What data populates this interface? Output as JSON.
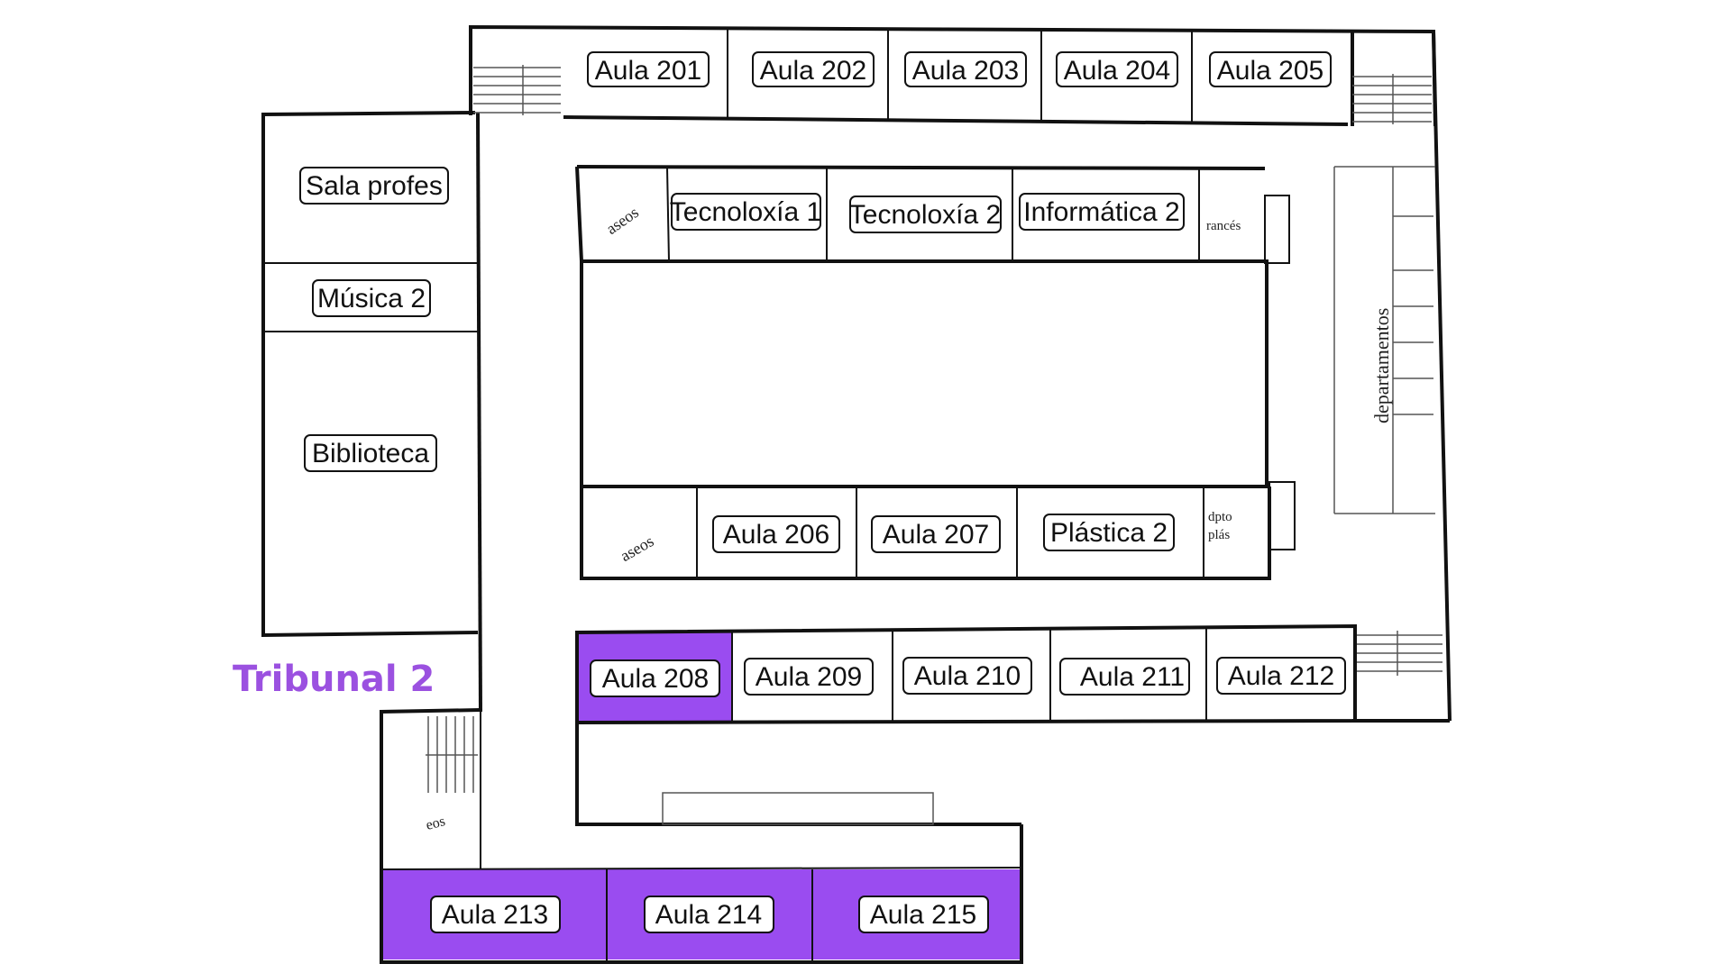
{
  "title": {
    "text": "Tribunal 2",
    "color": "#9b51e0"
  },
  "highlight_color": "#9a4cf0",
  "rooms": {
    "aula201": "Aula 201",
    "aula202": "Aula 202",
    "aula203": "Aula 203",
    "aula204": "Aula 204",
    "aula205": "Aula 205",
    "sala_profes": "Sala profes",
    "musica2": "Música 2",
    "biblioteca": "Biblioteca",
    "tecnoloxia1": "Tecnoloxía 1",
    "tecnoloxia2": "Tecnoloxía 2",
    "informatica2": "Informática 2",
    "aula206": "Aula 206",
    "aula207": "Aula 207",
    "plastica2": "Plástica 2",
    "aula208": "Aula 208",
    "aula209": "Aula 209",
    "aula210": "Aula 210",
    "aula211": "Aula 211",
    "aula212": "Aula 212",
    "aula213": "Aula 213",
    "aula214": "Aula 214",
    "aula215": "Aula 215"
  },
  "handwritten": {
    "aseos_top": "aseos",
    "aseos_bottom": "aseos",
    "frances": "rancés",
    "dpto_plas_1": "dpto",
    "dpto_plas_2": "plás",
    "departamentos": "departamentos",
    "aseos_left": "eos"
  },
  "highlighted_rooms": [
    "Aula 208",
    "Aula 213",
    "Aula 214",
    "Aula 215"
  ]
}
